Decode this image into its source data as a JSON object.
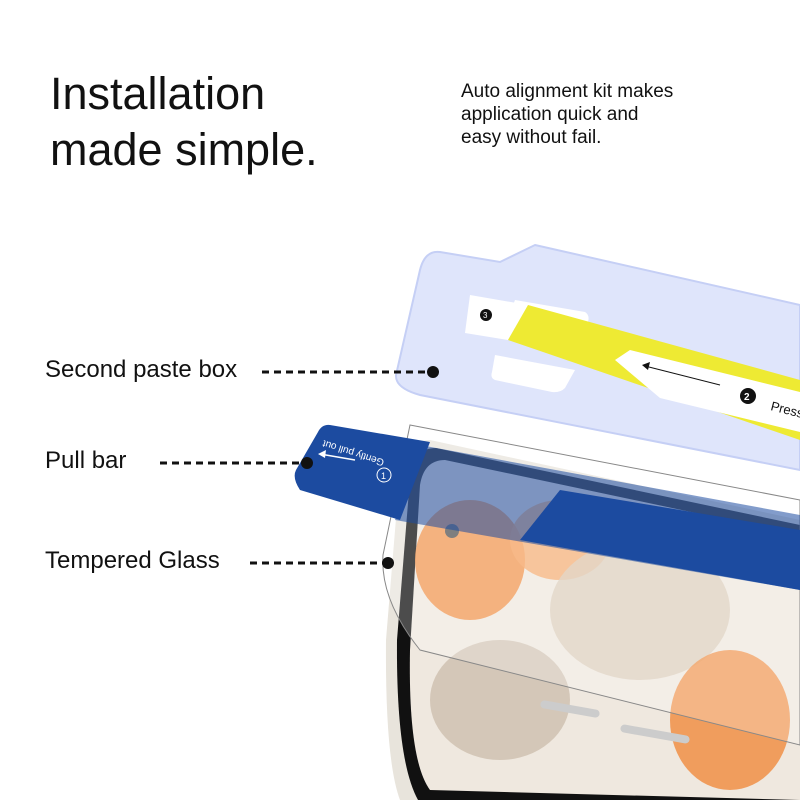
{
  "headline": {
    "line1": "Installation",
    "line2": "made simple."
  },
  "description": {
    "line1": "Auto alignment kit makes",
    "line2": "application quick and",
    "line3": "easy without fail."
  },
  "callouts": [
    {
      "label": "Second paste box"
    },
    {
      "label": "Pull bar"
    },
    {
      "label": "Tempered Glass"
    }
  ],
  "tray": {
    "step2_badge": "2",
    "step2_text": "Press",
    "step3_badge": "3"
  },
  "pull_tab": {
    "badge": "1",
    "text": "Gently pull out"
  },
  "colors": {
    "tray": "#dbe2fb",
    "sticker": "#eeea33",
    "pull_bar": "#1c4ba0",
    "text": "#111111"
  }
}
